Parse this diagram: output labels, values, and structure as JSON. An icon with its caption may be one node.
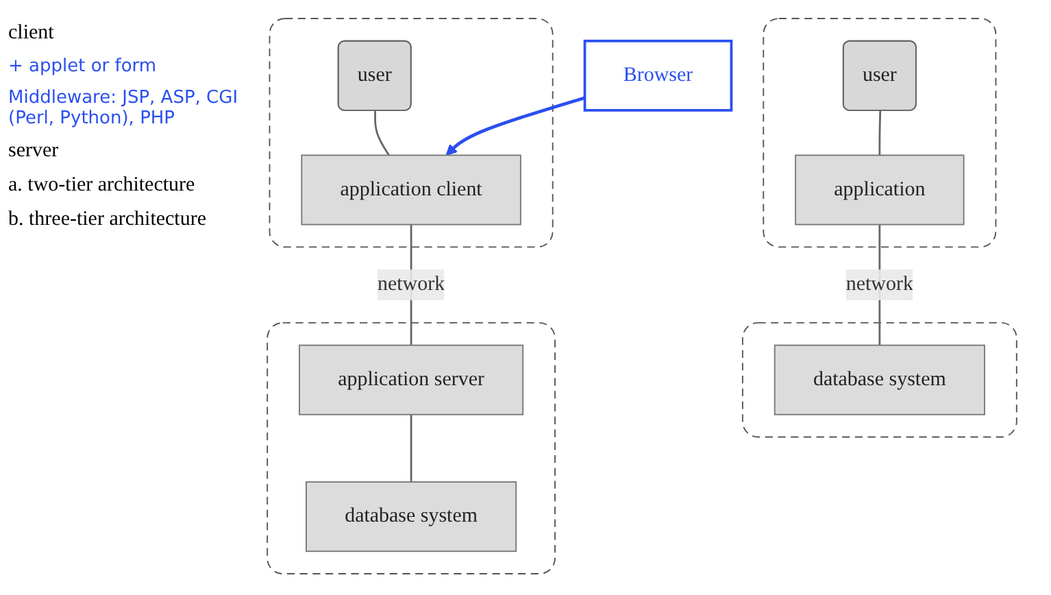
{
  "diagram": {
    "nodes": [
      {
        "text": [],
        "shape": "box"
      },
      {
        "text": [
          "user"
        ],
        "in": 0
      },
      {
        "text": [
          "application"
        ],
        "in": 0
      },
      {
        "text": [],
        "shape": "box"
      },
      {
        "text": [
          "database system"
        ],
        "in": 3
      },
      {
        "text": [],
        "shape": "box"
      },
      {
        "text": [
          "user"
        ],
        "in": 5
      },
      {
        "text": [
          "application client"
        ],
        "in": 5
      },
      {
        "text": [],
        "shape": "box"
      },
      {
        "text": [
          "application server"
        ],
        "in": 8
      },
      {
        "text": [
          "database system"
        ],
        "in": 8
      },
      {
        "text": [
          "Browser"
        ]
      }
    ],
    "edges": [
      {
        "from": 1,
        "to": 2,
        "arrow": "none"
      },
      {
        "from": 2,
        "to": 4,
        "arrow": "none",
        "label": "network"
      },
      {
        "from": 6,
        "to": 7,
        "arrow": "none"
      },
      {
        "from": 7,
        "to": 9,
        "arrow": "none",
        "label": "network"
      },
      {
        "from": 9,
        "to": 10,
        "arrow": "none"
      },
      {
        "from": 11,
        "to": 7,
        "arrow": "to",
        "color": "#2a4ff0"
      }
    ],
    "labels": [
      "client",
      "+ applet or form",
      "Middleware: JSP, ASP, CGI (Perl, Python), PHP",
      "server",
      "a. two-tier architecture",
      "b. three-tier architecture"
    ]
  }
}
